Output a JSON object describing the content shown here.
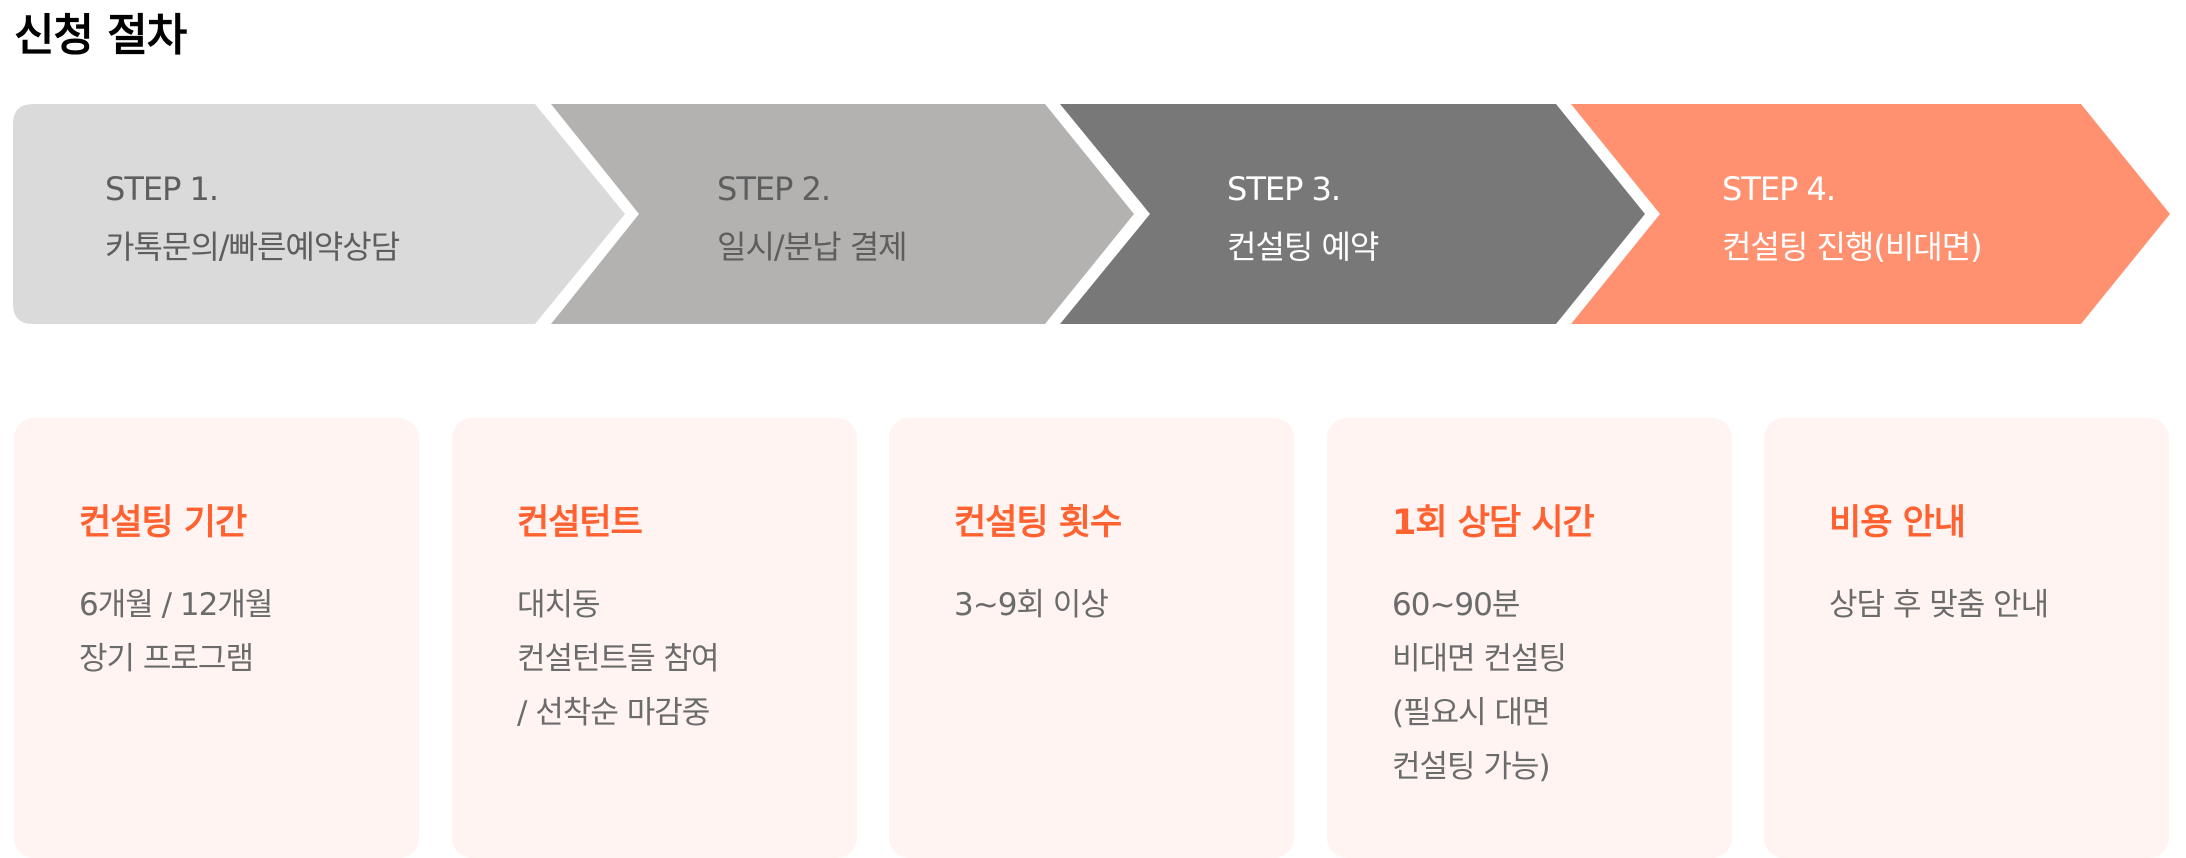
{
  "header": {
    "title": "신청 절차"
  },
  "colors": {
    "step1_bg": "#DADADA",
    "step2_bg": "#B3B2B0",
    "step3_bg": "#787878",
    "step4_bg": "#FF9170",
    "step_text_dark": "#5E5E5E",
    "step_text_light": "#FFFFFF",
    "card_bg": "#FFF4F2",
    "card_title": "#FF6130",
    "card_text": "#6B6B6B"
  },
  "steps": [
    {
      "number": "STEP 1.",
      "label": "카톡문의/빠른예약상담"
    },
    {
      "number": "STEP 2.",
      "label": "일시/분납 결제"
    },
    {
      "number": "STEP 3.",
      "label": "컨설팅 예약"
    },
    {
      "number": "STEP 4.",
      "label": "컨설팅 진행(비대면)"
    }
  ],
  "cards": [
    {
      "title": "컨설팅 기간",
      "lines": [
        "6개월 / 12개월",
        "장기 프로그램"
      ]
    },
    {
      "title": "컨설턴트",
      "lines": [
        "대치동",
        "컨설턴트들 참여",
        "/ 선착순 마감중"
      ]
    },
    {
      "title": "컨설팅 횟수",
      "lines": [
        "3~9회 이상"
      ]
    },
    {
      "title": "1회 상담 시간",
      "lines": [
        "60~90분",
        "비대면 컨설팅",
        "(필요시 대면",
        "컨설팅 가능)"
      ]
    },
    {
      "title": "비용 안내",
      "lines": [
        "상담 후 맞춤 안내"
      ]
    }
  ]
}
